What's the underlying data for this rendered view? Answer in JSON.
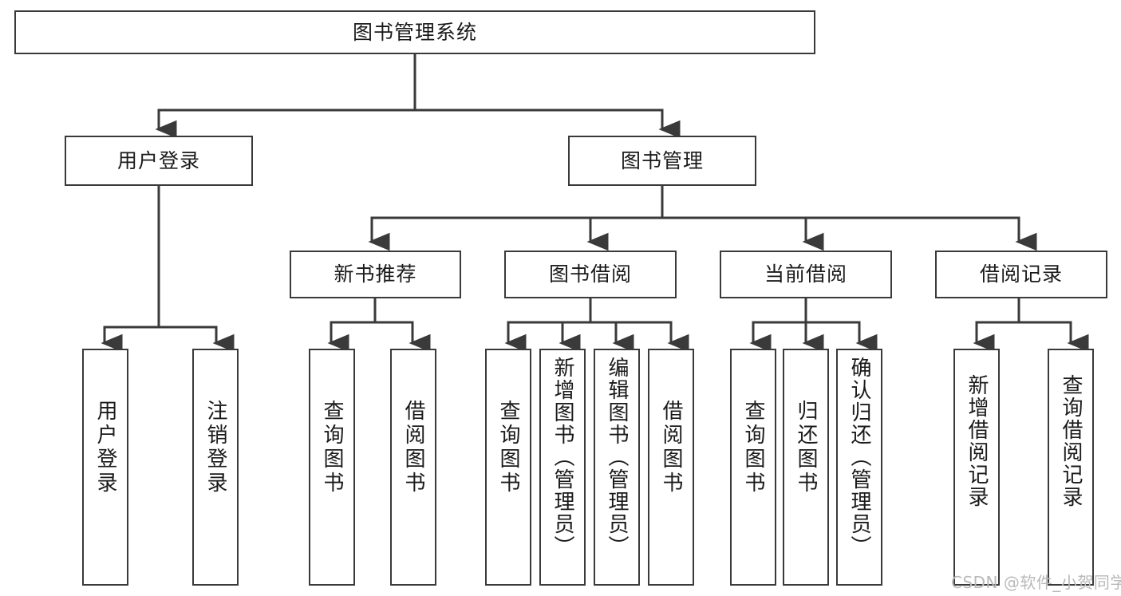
{
  "diagram": {
    "title": "图书管理系统",
    "type": "hierarchy-tree",
    "root": {
      "label": "图书管理系统"
    },
    "level2": [
      {
        "label": "用户登录"
      },
      {
        "label": "图书管理"
      }
    ],
    "level3": [
      {
        "label": "新书推荐"
      },
      {
        "label": "图书借阅"
      },
      {
        "label": "当前借阅"
      },
      {
        "label": "借阅记录"
      }
    ],
    "leaves": {
      "user_login": [
        {
          "label": "用户登录"
        },
        {
          "label": "注销登录"
        }
      ],
      "new_book_recommend": [
        {
          "label": "查询图书"
        },
        {
          "label": "借阅图书"
        }
      ],
      "book_borrow": [
        {
          "label": "查询图书"
        },
        {
          "label": "新增图书（管理员）"
        },
        {
          "label": "编辑图书（管理员）"
        },
        {
          "label": "借阅图书"
        }
      ],
      "current_borrow": [
        {
          "label": "查询图书"
        },
        {
          "label": "归还图书"
        },
        {
          "label": "确认归还（管理员）"
        }
      ],
      "borrow_record": [
        {
          "label": "新增借阅记录"
        },
        {
          "label": "查询借阅记录"
        }
      ]
    }
  },
  "watermark": {
    "text": "CSDN @软件_小贺同学"
  },
  "colors": {
    "border": "#3a3a3a",
    "text": "#1a1a1a",
    "background": "#ffffff",
    "connector": "#3a3a3a",
    "watermark": "#b9b9b9"
  }
}
